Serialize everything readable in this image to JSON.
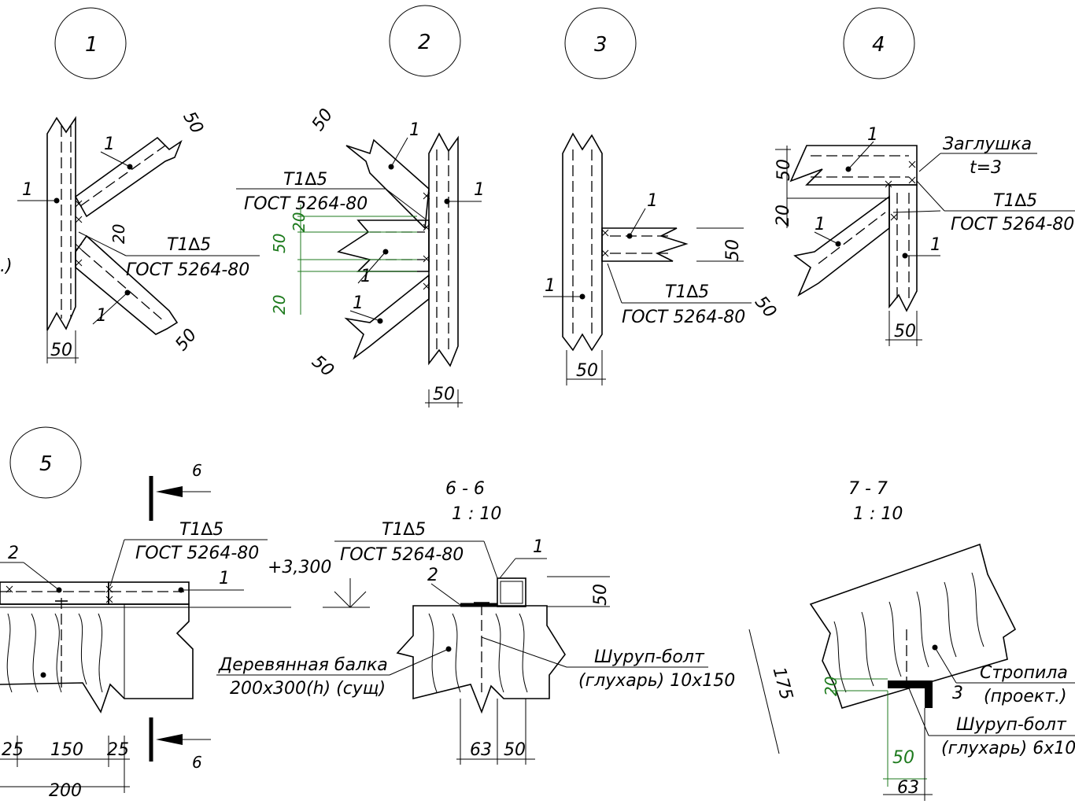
{
  "callouts": [
    "1",
    "2",
    "3",
    "4",
    "5"
  ],
  "member_mark": "1",
  "member_mark_2": "2",
  "member_mark_3": "3",
  "weld": {
    "line1": "Т1∆5",
    "line2": "ГОСТ 5264-80"
  },
  "dims": {
    "d50": "50",
    "d20": "20",
    "d25": "25",
    "d150": "150",
    "d200": "200",
    "d63": "63",
    "d175": "175"
  },
  "labels": {
    "plug_title": "Заглушка",
    "plug_t": "t=3",
    "elevation": "+3,300",
    "wood_beam_1": "Деревянная балка",
    "wood_beam_2": "200x300(h) (сущ)",
    "lag_bolt_1": "Шуруп-болт",
    "lag_bolt_2": "(глухарь) 10x150",
    "rafter_1": "Стропила",
    "rafter_2": "(проект.)",
    "lag_bolt_small_2": "(глухарь) 6x10",
    "partial_left": ".)"
  },
  "sections": {
    "s66": {
      "title": "6 - 6",
      "scale": "1 : 10"
    },
    "s77": {
      "title": "7 - 7",
      "scale": "1 : 10"
    },
    "cut_mark": "6"
  }
}
